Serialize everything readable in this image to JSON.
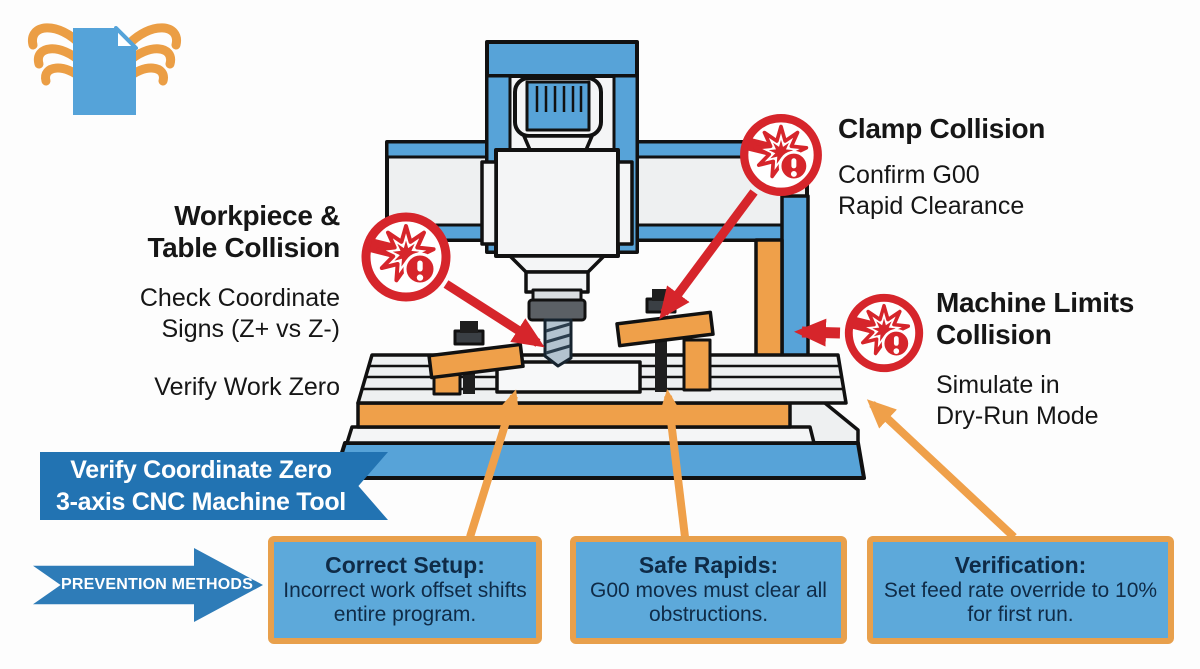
{
  "callouts": {
    "workpiece_table": {
      "title_line1": "Workpiece &",
      "title_line2": "Table Collision",
      "tip1_line1": "Check Coordinate",
      "tip1_line2": "Signs (Z+ vs Z-)",
      "tip2": "Verify Work Zero"
    },
    "clamp": {
      "title": "Clamp Collision",
      "tip_line1": "Confirm G00",
      "tip_line2": "Rapid Clearance"
    },
    "machine_limits": {
      "title_line1": "Machine Limits",
      "title_line2": "Collision",
      "tip_line1": "Simulate in",
      "tip_line2": "Dry-Run Mode"
    }
  },
  "banner": {
    "line1": "Verify Coordinate Zero",
    "line2": "3-axis CNC Machine Tool"
  },
  "prevention_arrow": {
    "label": "PREVENTION METHODS"
  },
  "method_boxes": [
    {
      "title": "Correct Setup:",
      "body": "Incorrect work offset shifts entire program."
    },
    {
      "title": "Safe Rapids:",
      "body": "G00 moves must clear all obstructions."
    },
    {
      "title": "Verification:",
      "body": "Set feed rate override to 10% for first run."
    }
  ],
  "icons": {
    "logo": "winged-document-logo",
    "warning": "collision-warning-icon"
  },
  "colors": {
    "machine_blue": "#57a3d8",
    "banner_blue": "#2273b2",
    "arrow_blue": "#2e7cb8",
    "accent_orange": "#efa04a",
    "warning_red": "#d6252b",
    "box_fill": "#5da9da",
    "box_border": "#e8a04c",
    "box_text": "#0f2b47",
    "text_dark": "#161616"
  }
}
